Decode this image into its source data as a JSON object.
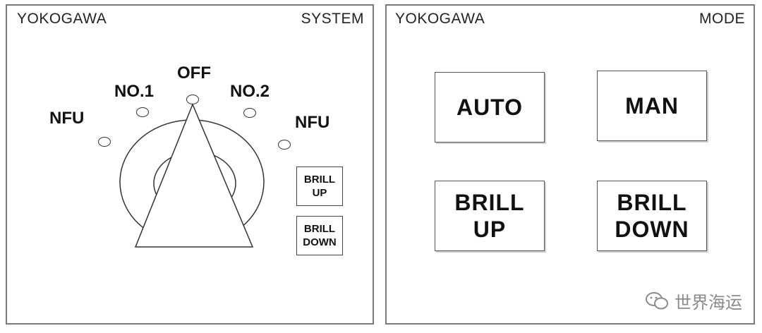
{
  "system_panel": {
    "brand": "YOKOGAWA",
    "title": "SYSTEM",
    "positions": {
      "nfu_left": "NFU",
      "no1": "NO.1",
      "off": "OFF",
      "no2": "NO.2",
      "nfu_right": "NFU"
    },
    "brill_up": {
      "line1": "BRILL",
      "line2": "UP"
    },
    "brill_down": {
      "line1": "BRILL",
      "line2": "DOWN"
    }
  },
  "mode_panel": {
    "brand": "YOKOGAWA",
    "title": "MODE",
    "auto": "AUTO",
    "man": "MAN",
    "brill_up": {
      "line1": "BRILL",
      "line2": "UP"
    },
    "brill_down": {
      "line1": "BRILL",
      "line2": "DOWN"
    }
  },
  "watermark": {
    "icon": "wechat-icon",
    "text": "世界海运"
  }
}
